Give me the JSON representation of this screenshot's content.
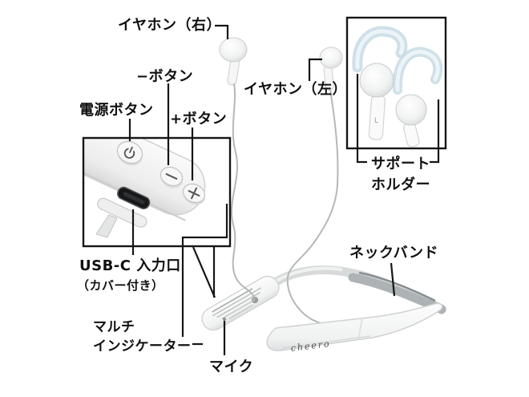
{
  "diagram_title": "neckband-earphone-parts-diagram",
  "labels": {
    "earphone_right": "イヤホン（右）",
    "minus_button": "−ボタン",
    "power_button": "電源ボタン",
    "plus_button": "+ボタン",
    "earphone_left": "イヤホン（左）",
    "support_holder_line1": "サポート",
    "support_holder_line2": "ホルダー",
    "neckband": "ネックバンド",
    "usb_port": "USB-C 入力口",
    "usb_port_note": "（カバー付き）",
    "multi_indicator_line1": "マルチ",
    "multi_indicator_line2": "インジケーター",
    "mic": "マイク"
  },
  "device": {
    "brand": "cheero",
    "stem_marking": "L"
  },
  "icons": [
    "power-icon",
    "minus-icon",
    "plus-icon"
  ],
  "colors": {
    "background": "#ffffff",
    "callout_line": "#161616",
    "plastic_white": "#f4f4f4",
    "band_shade": "#adb2b5",
    "wire": "#b5b7b9",
    "holder_tint": "#c7dae4",
    "usb_slot": "#17181a",
    "logo_text": "#4d4d4d"
  }
}
